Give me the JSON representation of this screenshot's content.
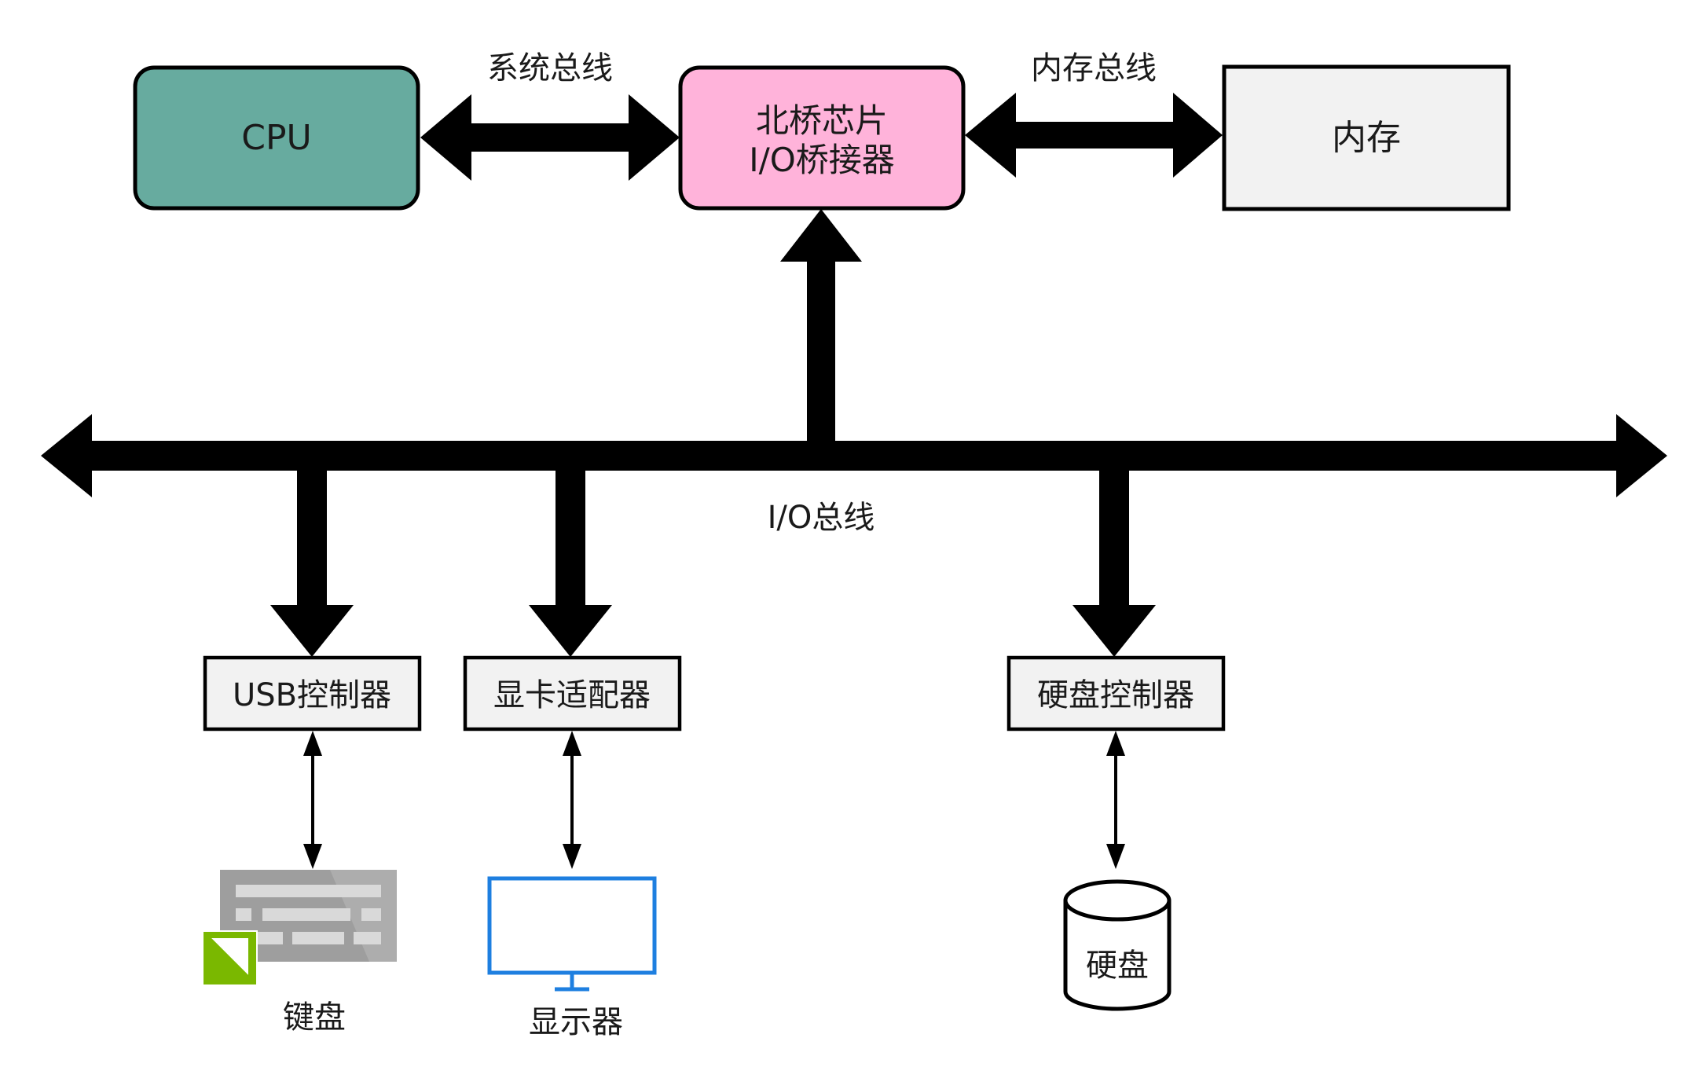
{
  "nodes": {
    "cpu": {
      "label": "CPU",
      "fill": "#67AB9F"
    },
    "northbridge": {
      "line1": "北桥芯片",
      "line2": "I/O桥接器",
      "fill": "#FFB3DA"
    },
    "memory": {
      "label": "内存",
      "fill": "#F2F2F2"
    },
    "usb_controller": {
      "label": "USB控制器",
      "fill": "#F2F2F2"
    },
    "graphics_adapter": {
      "label": "显卡适配器",
      "fill": "#F2F2F2"
    },
    "disk_controller": {
      "label": "硬盘控制器",
      "fill": "#F2F2F2"
    }
  },
  "buses": {
    "system_bus": "系统总线",
    "memory_bus": "内存总线",
    "io_bus": "I/O总线"
  },
  "devices": {
    "keyboard": {
      "label": "键盘",
      "icon": "keyboard-icon",
      "accent": "#7AB800"
    },
    "monitor": {
      "label": "显示器",
      "icon": "monitor-icon",
      "accent": "#1E7FE0"
    },
    "disk": {
      "label": "硬盘",
      "icon": "disk-cylinder-icon"
    }
  }
}
